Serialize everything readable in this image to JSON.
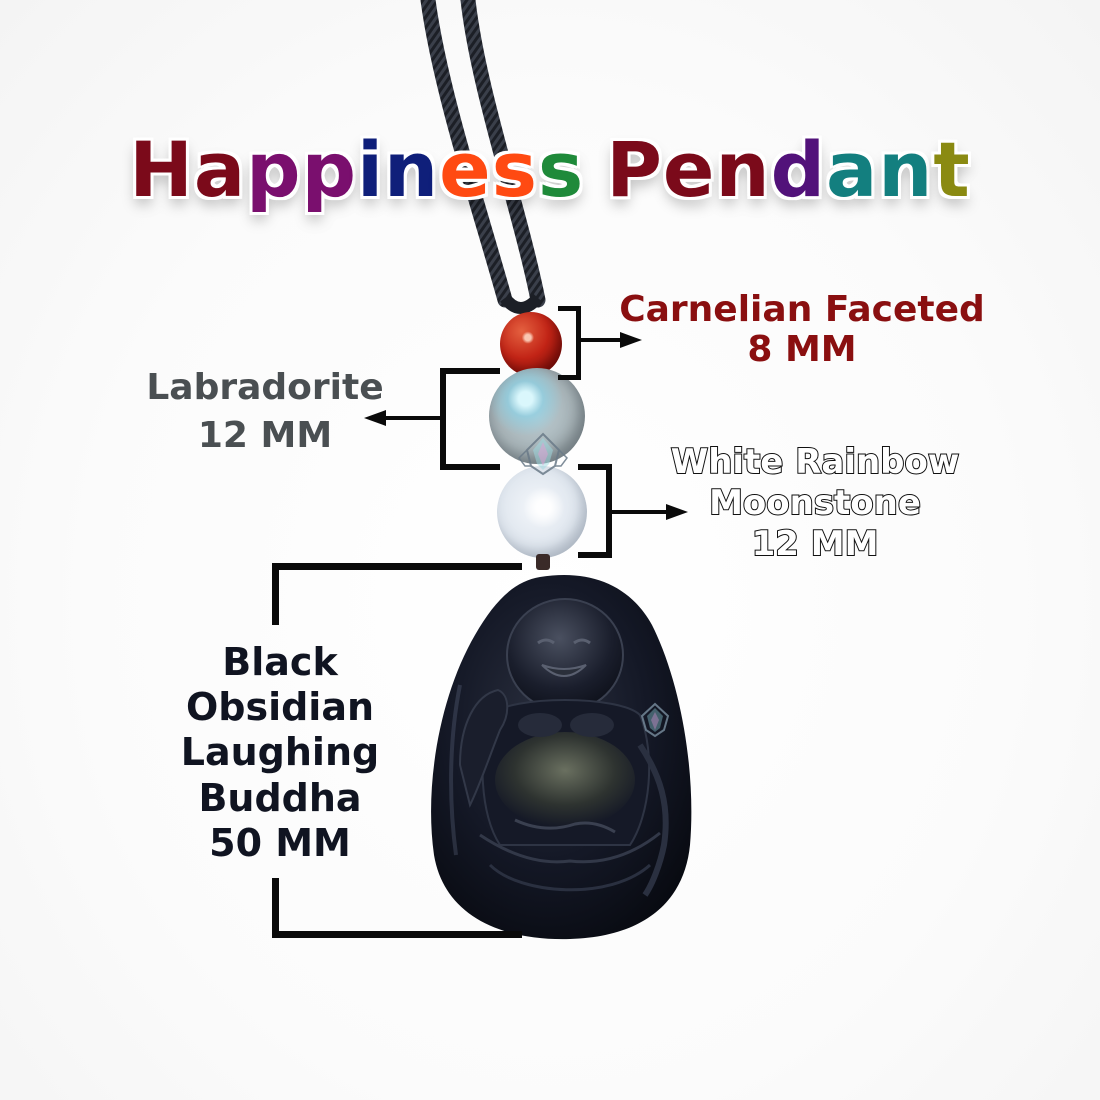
{
  "title": {
    "text": "Happiness Pendant",
    "letters": [
      {
        "ch": "H",
        "color": "#7b0a1a"
      },
      {
        "ch": "a",
        "color": "#7b0a1a"
      },
      {
        "ch": "p",
        "color": "#7a0f6e"
      },
      {
        "ch": "p",
        "color": "#7a0f6e"
      },
      {
        "ch": "i",
        "color": "#0f1f7a"
      },
      {
        "ch": "n",
        "color": "#0f1f7a"
      },
      {
        "ch": "e",
        "color": "#ff4a12"
      },
      {
        "ch": "s",
        "color": "#ff4a12"
      },
      {
        "ch": "s",
        "color": "#1f8a3a"
      },
      {
        "ch": " ",
        "color": "#000000"
      },
      {
        "ch": "P",
        "color": "#7b0a1a"
      },
      {
        "ch": "e",
        "color": "#7b0a1a"
      },
      {
        "ch": "n",
        "color": "#7b0a1a"
      },
      {
        "ch": "d",
        "color": "#52127a"
      },
      {
        "ch": "a",
        "color": "#137f7f"
      },
      {
        "ch": "n",
        "color": "#137f7f"
      },
      {
        "ch": "t",
        "color": "#8a8a12"
      }
    ]
  },
  "components": {
    "carnelian": {
      "name": "Carnelian Faceted",
      "size": "8 MM",
      "color": "#8a0f10"
    },
    "labradorite": {
      "name": "Labradorite",
      "size": "12 MM",
      "color": "#4a4f52"
    },
    "moonstone": {
      "line1": "White Rainbow",
      "line2": "Moonstone",
      "size": "12 MM",
      "fill": "#ffffff",
      "outline": "#111111"
    },
    "obsidian": {
      "line1": "Black",
      "line2": "Obsidian",
      "line3": "Laughing",
      "line4": "Buddha",
      "size": "50 MM",
      "color": "#101421"
    }
  },
  "colors": {
    "bracket": "#0a0a0a",
    "cord": "#1c1f26",
    "background": "#ffffff"
  }
}
